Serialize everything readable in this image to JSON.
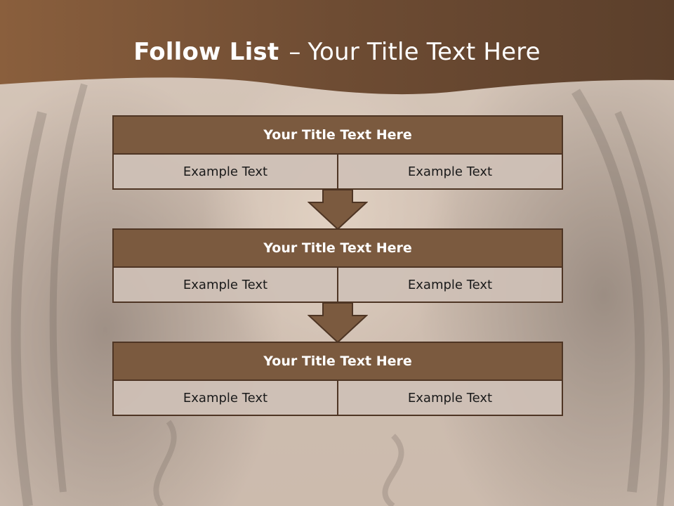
{
  "slide": {
    "title_bold": "Follow List",
    "title_separator": "–",
    "title_rest": "Your Title Text Here"
  },
  "steps": [
    {
      "title": "Your Title Text Here",
      "left": "Example Text",
      "right": "Example Text"
    },
    {
      "title": "Your Title Text Here",
      "left": "Example Text",
      "right": "Example Text"
    },
    {
      "title": "Your Title Text Here",
      "left": "Example Text",
      "right": "Example Text"
    }
  ],
  "colors": {
    "header_band": "#6b4a30",
    "box_title_fill": "#7b5a3f",
    "box_border": "#4e3524",
    "cell_fill": "#cec0b6",
    "arrow_fill": "#7b5a3f"
  }
}
